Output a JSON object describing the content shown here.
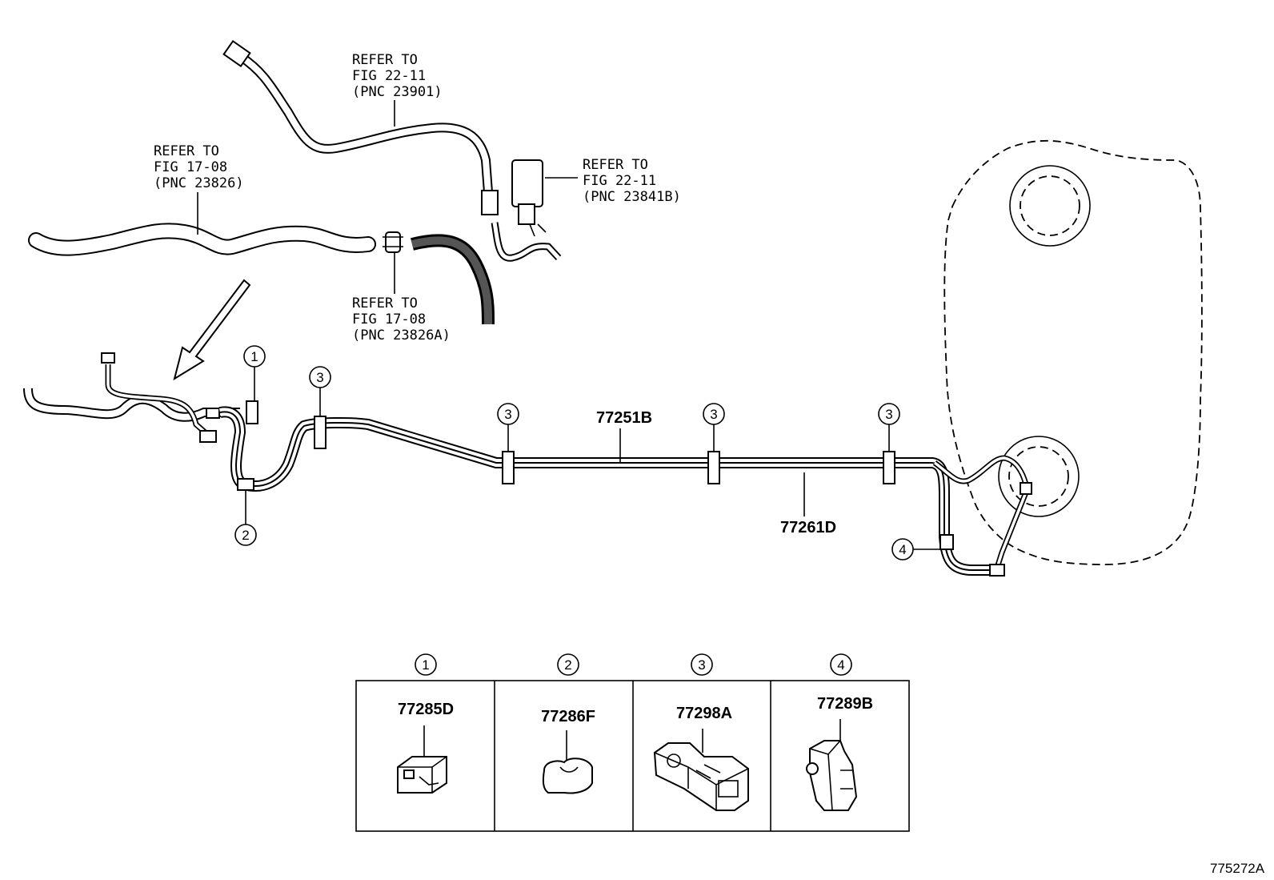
{
  "refs": [
    {
      "line1": "REFER TO",
      "line2": "FIG 22-11",
      "line3": "(PNC 23901)"
    },
    {
      "line1": "REFER TO",
      "line2": "FIG 17-08",
      "line3": "(PNC 23826)"
    },
    {
      "line1": "REFER TO",
      "line2": "FIG 22-11",
      "line3": "(PNC 23841B)"
    },
    {
      "line1": "REFER TO",
      "line2": "FIG 17-08",
      "line3": "(PNC 23826A)"
    }
  ],
  "parts": {
    "main_tube_upper": "77251B",
    "main_tube_lower": "77261D"
  },
  "callouts": [
    "1",
    "2",
    "3",
    "3",
    "3",
    "3",
    "4"
  ],
  "clamps": [
    {
      "num": "1",
      "part": "77285D"
    },
    {
      "num": "2",
      "part": "77286F"
    },
    {
      "num": "3",
      "part": "77298A"
    },
    {
      "num": "4",
      "part": "77289B"
    }
  ],
  "figure_id": "775272A"
}
